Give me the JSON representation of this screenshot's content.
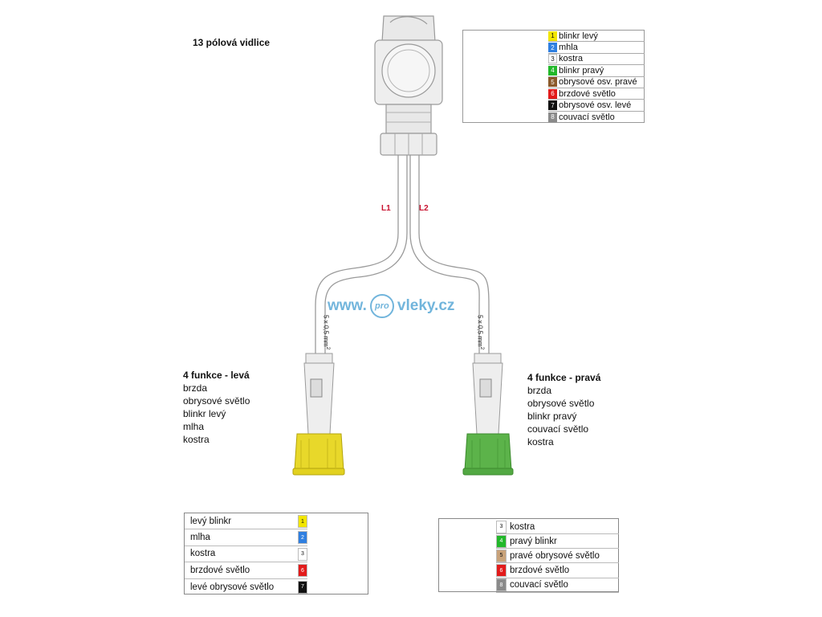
{
  "title": "13 pólová vidlice",
  "cable_labels": {
    "left": "L1",
    "right": "L2"
  },
  "wire_spec": {
    "text": "5 x 0,5 mm",
    "superscript": "2"
  },
  "watermark": {
    "prefix": "www.",
    "circle": "pro",
    "suffix": "vleky.cz"
  },
  "colors": {
    "yellow": "#f2e600",
    "blue": "#2f7fe0",
    "white": "#ffffff",
    "green": "#22b82a",
    "brown": "#8b5a2b",
    "red": "#e21b1b",
    "black": "#111111",
    "grey": "#8a8a8a",
    "tan": "#c9a37a",
    "label_red": "#c8102e",
    "plug_yellow": "#e8d82a",
    "plug_green": "#5cb34a"
  },
  "legend_13": [
    {
      "num": "1",
      "label": "blinkr levý",
      "color": "#f2e600"
    },
    {
      "num": "2",
      "label": "mhla",
      "color": "#2f7fe0"
    },
    {
      "num": "3",
      "label": "kostra",
      "color": "#ffffff"
    },
    {
      "num": "4",
      "label": "blinkr pravý",
      "color": "#22b82a"
    },
    {
      "num": "5",
      "label": "obrysové osv. pravé",
      "color": "#8b5a2b"
    },
    {
      "num": "6",
      "label": "brzdové světlo",
      "color": "#e21b1b"
    },
    {
      "num": "7",
      "label": "obrysové osv. levé",
      "color": "#111111"
    },
    {
      "num": "8",
      "label": "couvací světlo",
      "color": "#8a8a8a"
    }
  ],
  "function_left": {
    "title": "4 funkce - levá",
    "items": [
      "brzda",
      "obrysové světlo",
      "blinkr levý",
      "mlha",
      "kostra"
    ]
  },
  "function_right": {
    "title": "4 funkce - pravá",
    "items": [
      "brzda",
      "obrysové světlo",
      "blinkr pravý",
      "couvací světlo",
      "kostra"
    ]
  },
  "table_left": [
    {
      "label": "levý blinkr",
      "num": "1",
      "color": "#f2e600"
    },
    {
      "label": "mlha",
      "num": "2",
      "color": "#2f7fe0"
    },
    {
      "label": "kostra",
      "num": "3",
      "color": "#ffffff"
    },
    {
      "label": "brzdové světlo",
      "num": "6",
      "color": "#e21b1b"
    },
    {
      "label": "levé obrysové světlo",
      "num": "7",
      "color": "#111111"
    }
  ],
  "table_right": [
    {
      "num": "3",
      "label": "kostra",
      "color": "#ffffff"
    },
    {
      "num": "4",
      "label": "pravý blinkr",
      "color": "#22b82a"
    },
    {
      "num": "5",
      "label": "pravé obrysové světlo",
      "color": "#c9a37a"
    },
    {
      "num": "6",
      "label": "brzdové světlo",
      "color": "#e21b1b"
    },
    {
      "num": "8",
      "label": "couvací světlo",
      "color": "#8a8a8a"
    }
  ],
  "icons": {
    "main_plug": "13-pin-plug-icon",
    "left_plug": "yellow-socket-icon",
    "right_plug": "green-socket-icon"
  }
}
